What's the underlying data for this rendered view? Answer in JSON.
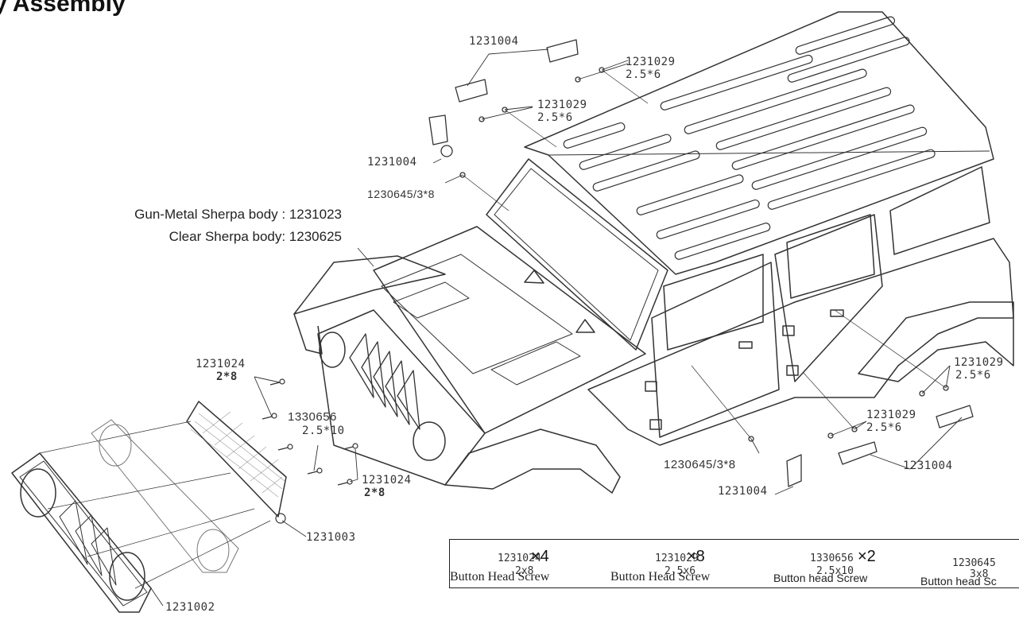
{
  "title": "y Assembly",
  "body_note": {
    "line1": "Gun-Metal Sherpa body : 1231023",
    "line2": "Clear Sherpa body: 1230625"
  },
  "callouts": {
    "c1": {
      "num": "1231004"
    },
    "c2": {
      "num": "1231029",
      "size": "2.5*6"
    },
    "c3": {
      "num": "1231029",
      "size": "2.5*6"
    },
    "c4": {
      "num": "1231004"
    },
    "c5": {
      "num": "1230645/3*8"
    },
    "c6": {
      "num": "1231024",
      "size": "2*8"
    },
    "c7": {
      "num": "1330656",
      "size": "2.5*10"
    },
    "c8": {
      "num": "1231024",
      "size": "2*8"
    },
    "c9": {
      "num": "1231003"
    },
    "c10": {
      "num": "1231002"
    },
    "c11": {
      "num": "1231029",
      "size": "2.5*6"
    },
    "c12": {
      "num": "1231029",
      "size": "2.5*6"
    },
    "c13": {
      "num": "1230645/3*8"
    },
    "c14": {
      "num": "1231004"
    },
    "c15": {
      "num": "1231004"
    }
  },
  "legend": [
    {
      "qty": "×4",
      "part": "1231024",
      "size": "2x8",
      "name": "Button Head Screw"
    },
    {
      "qty": "×8",
      "part": "1231029",
      "size": "2.5x6",
      "name": "Button Head Screw"
    },
    {
      "qty": "×2",
      "part": "1330656",
      "size": "2.5x10",
      "name": "Button head Screw"
    },
    {
      "qty": "",
      "part": "1230645",
      "size": "3x8",
      "name": "Button head Sc"
    }
  ],
  "colors": {
    "line": "#333333",
    "panel": "#ffffff"
  }
}
